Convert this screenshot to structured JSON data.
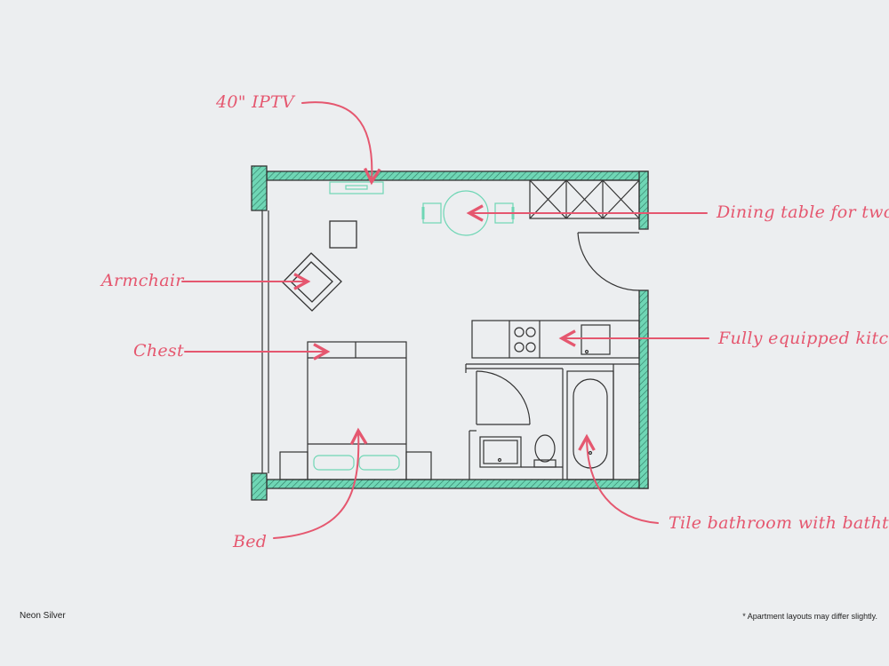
{
  "labels": {
    "tv": "40\" IPTV",
    "dining": "Dining table for two",
    "armchair": "Armchair",
    "chest": "Chest",
    "kitchen": "Fully equipped kitchen",
    "bed": "Bed",
    "bathroom": "Tile bathroom with bathtub"
  },
  "footer": {
    "name": "Neon Silver",
    "note": "* Apartment layouts may differ slightly."
  },
  "colors": {
    "wall": "#6fd6b5",
    "line": "#333333",
    "accent": "#e5576f",
    "background": "#eceef0"
  }
}
